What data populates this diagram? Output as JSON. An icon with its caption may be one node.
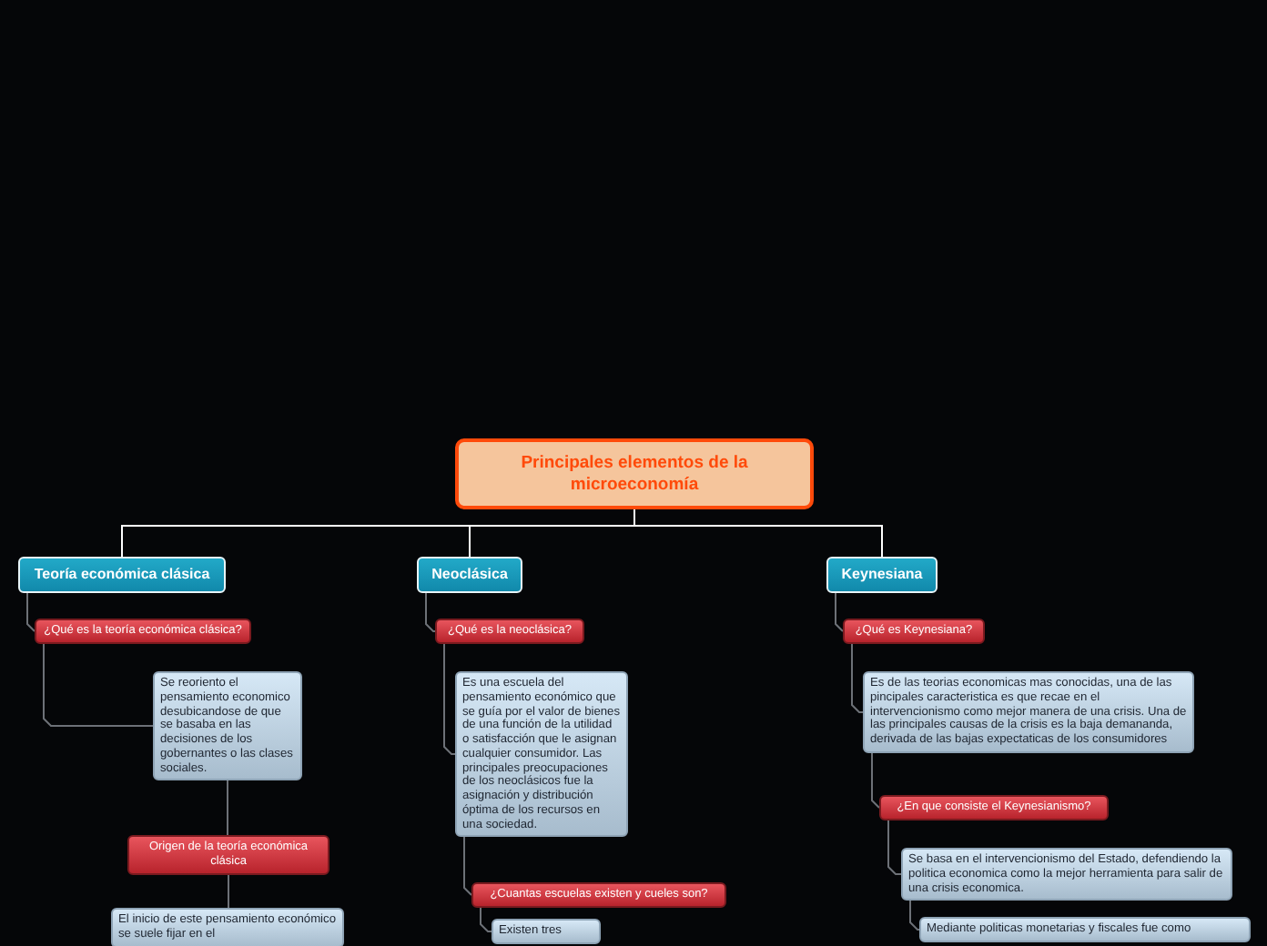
{
  "diagram": {
    "nodes": [
      {
        "text": [
          "Principales elementos de la microeconomía"
        ]
      },
      {
        "text": [
          "Teoría económica clásica"
        ]
      },
      {
        "text": [
          "¿Qué es la teoría económica clásica?"
        ]
      },
      {
        "text": [
          "Se reoriento el pensamiento economico desubicandose de que se basaba en las decisiones de los gobernantes o las clases sociales."
        ]
      },
      {
        "text": [
          "Origen de la teoría económica clásica"
        ]
      },
      {
        "text": [
          "El inicio de este pensamiento económico se suele fijar en el"
        ]
      },
      {
        "text": [
          "Neoclásica"
        ]
      },
      {
        "text": [
          "¿Qué es la neoclásica?"
        ]
      },
      {
        "text": [
          "Es una escuela del pensamiento económico que se guía por el valor de bienes de una función de la utilidad o satisfacción que le asignan cualquier consumidor. Las principales preocupaciones de los neoclásicos fue la asignación y distribución óptima de los recursos en una sociedad."
        ]
      },
      {
        "text": [
          "¿Cuantas escuelas existen y cueles son?"
        ]
      },
      {
        "text": [
          "Existen tres"
        ]
      },
      {
        "text": [
          "Keynesiana"
        ]
      },
      {
        "text": [
          "¿Qué es Keynesiana?"
        ]
      },
      {
        "text": [
          "Es de las teorias economicas mas conocidas, una de las pincipales caracteristica es que recae en el intervencionismo como mejor manera de una crisis. Una de las principales causas de la crisis es la baja demananda, derivada de las bajas expectaticas de los consumidores"
        ]
      },
      {
        "text": [
          "¿En que consiste el Keynesianismo?"
        ]
      },
      {
        "text": [
          "Se basa en el intervencionismo del Estado, defendiendo la politica economica como la mejor herramienta para salir de una crisis economica."
        ]
      },
      {
        "text": [
          "Mediante politicas monetarias y fiscales fue como"
        ]
      }
    ],
    "edges": [
      {
        "from": 0,
        "to": 1,
        "arrow": "none",
        "color": "#ffffff"
      },
      {
        "from": 0,
        "to": 6,
        "arrow": "none",
        "color": "#ffffff"
      },
      {
        "from": 0,
        "to": 11,
        "arrow": "none",
        "color": "#ffffff"
      },
      {
        "from": 1,
        "to": 2,
        "arrow": "none"
      },
      {
        "from": 2,
        "to": 3,
        "arrow": "none"
      },
      {
        "from": 3,
        "to": 4,
        "arrow": "none"
      },
      {
        "from": 4,
        "to": 5,
        "arrow": "none"
      },
      {
        "from": 6,
        "to": 7,
        "arrow": "none"
      },
      {
        "from": 7,
        "to": 8,
        "arrow": "none"
      },
      {
        "from": 8,
        "to": 9,
        "arrow": "none"
      },
      {
        "from": 9,
        "to": 10,
        "arrow": "none"
      },
      {
        "from": 11,
        "to": 12,
        "arrow": "none"
      },
      {
        "from": 12,
        "to": 13,
        "arrow": "none"
      },
      {
        "from": 13,
        "to": 14,
        "arrow": "none"
      },
      {
        "from": 14,
        "to": 15,
        "arrow": "none"
      },
      {
        "from": 15,
        "to": 16,
        "arrow": "none"
      }
    ]
  }
}
